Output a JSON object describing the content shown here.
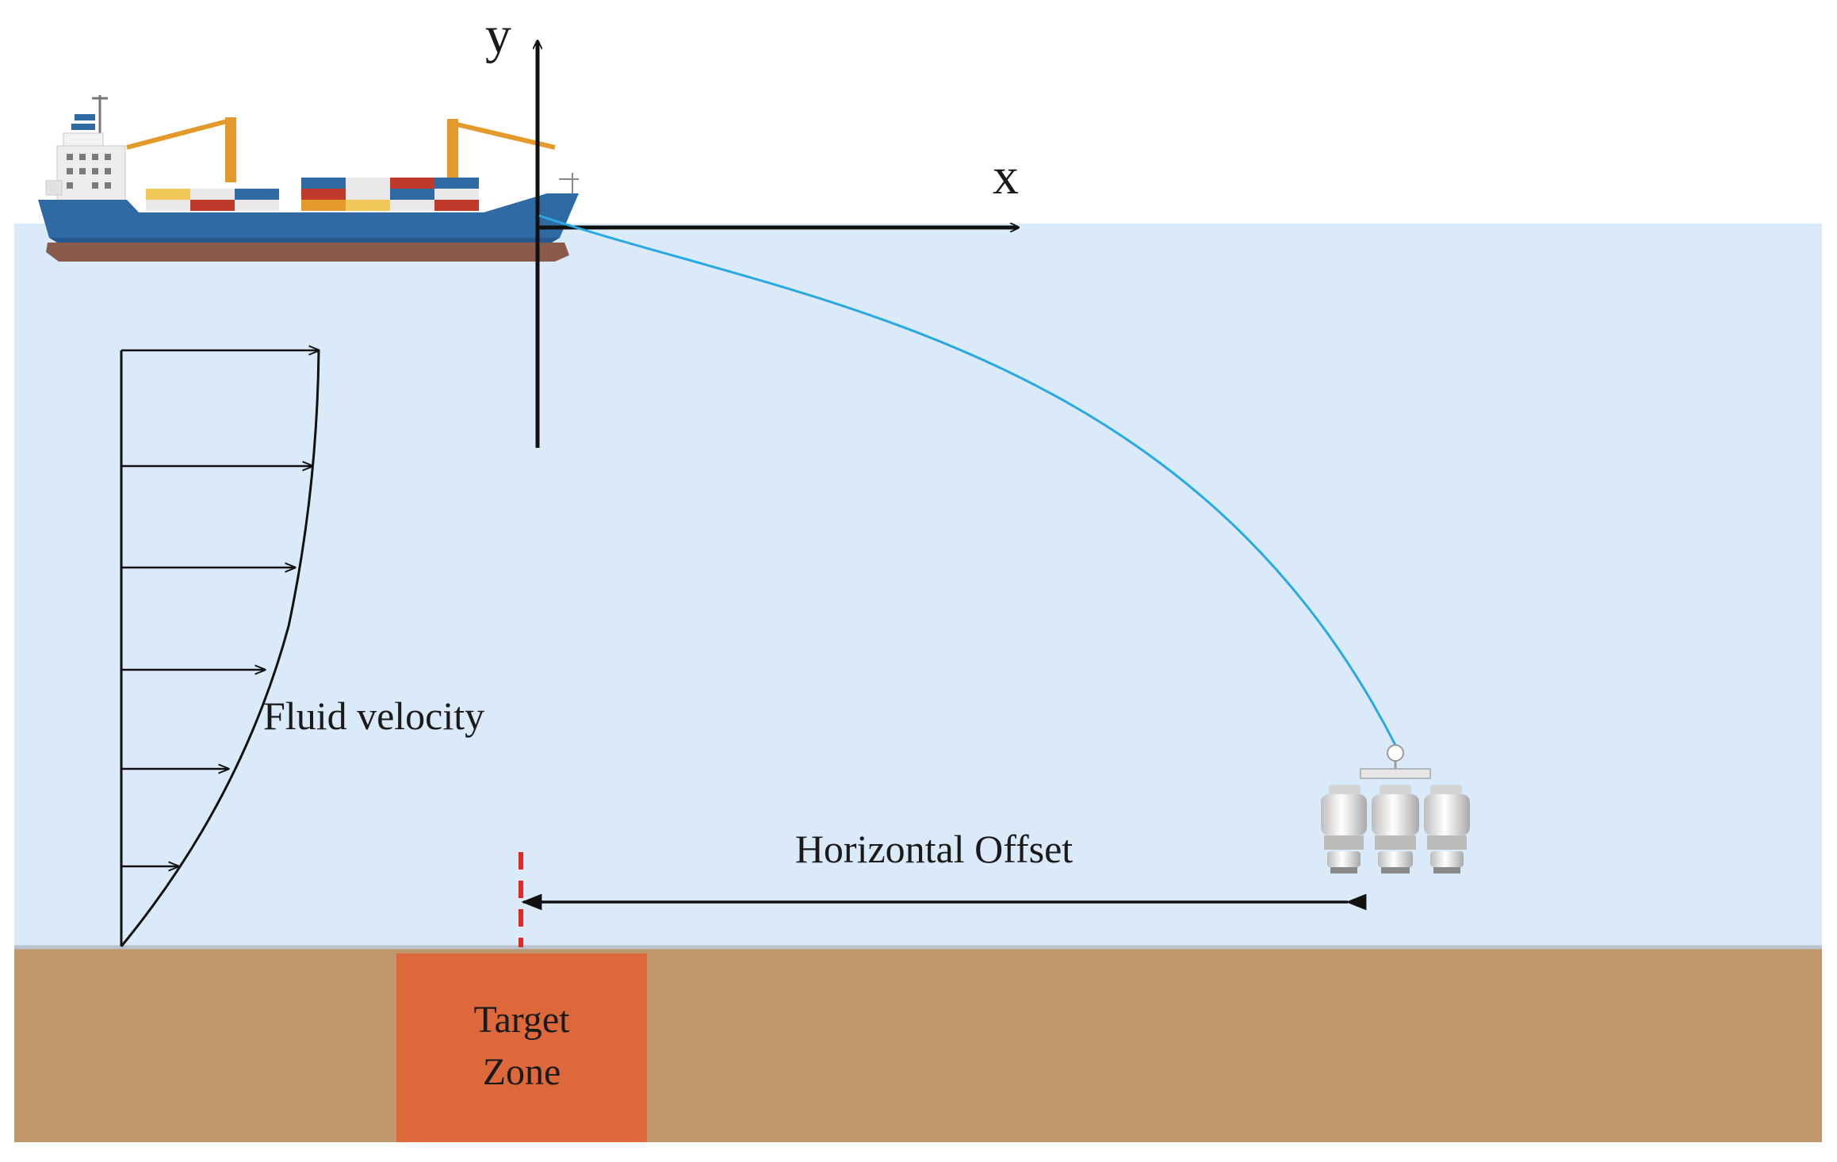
{
  "axes": {
    "x_label": "x",
    "y_label": "y"
  },
  "labels": {
    "fluid_velocity": "Fluid velocity",
    "horizontal_offset": "Horizontal Offset",
    "target_zone_line1": "Target",
    "target_zone_line2": "Zone"
  },
  "colors": {
    "water": "#daeaf9",
    "seabed": "#c0976a",
    "target_zone": "#dd683c",
    "cable": "#29a9e1",
    "offset_marker": "#e0282a",
    "ship_hull": "#2f6aa5",
    "ship_keel": "#8a5a4a",
    "crane": "#e39a2b"
  },
  "icons": {
    "ship": "container-ship-icon",
    "vehicle": "subsea-vehicle-icon"
  }
}
